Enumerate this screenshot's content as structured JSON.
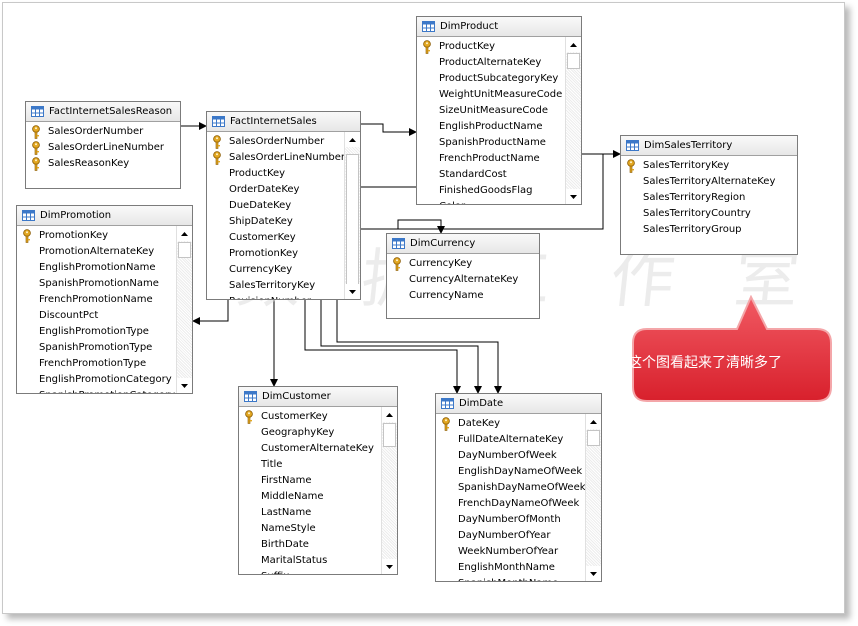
{
  "colors": {
    "table_border": "#7b7b7b",
    "header_top": "#f9f9f9",
    "header_bottom": "#e7e7e7",
    "grid_icon_blue": "#3c78c8",
    "key_icon_gold": "#e2a722",
    "callout_red": "#e8313c",
    "callout_border": "#f4a6a9"
  },
  "watermark": "数 据 工 作 室",
  "callout": {
    "text": "这个图看起来了清晰多了"
  },
  "tables": {
    "fact_internet_sales_reason": {
      "title": "FactInternetSalesReason",
      "columns": [
        {
          "name": "SalesOrderNumber",
          "key": true
        },
        {
          "name": "SalesOrderLineNumber",
          "key": true
        },
        {
          "name": "SalesReasonKey",
          "key": true
        }
      ]
    },
    "fact_internet_sales": {
      "title": "FactInternetSales",
      "columns": [
        {
          "name": "SalesOrderNumber",
          "key": true
        },
        {
          "name": "SalesOrderLineNumber",
          "key": true
        },
        {
          "name": "ProductKey",
          "key": false
        },
        {
          "name": "OrderDateKey",
          "key": false
        },
        {
          "name": "DueDateKey",
          "key": false
        },
        {
          "name": "ShipDateKey",
          "key": false
        },
        {
          "name": "CustomerKey",
          "key": false
        },
        {
          "name": "PromotionKey",
          "key": false
        },
        {
          "name": "CurrencyKey",
          "key": false
        },
        {
          "name": "SalesTerritoryKey",
          "key": false
        },
        {
          "name": "RevisionNumber",
          "key": false
        }
      ]
    },
    "dim_product": {
      "title": "DimProduct",
      "columns": [
        {
          "name": "ProductKey",
          "key": true
        },
        {
          "name": "ProductAlternateKey",
          "key": false
        },
        {
          "name": "ProductSubcategoryKey",
          "key": false
        },
        {
          "name": "WeightUnitMeasureCode",
          "key": false
        },
        {
          "name": "SizeUnitMeasureCode",
          "key": false
        },
        {
          "name": "EnglishProductName",
          "key": false
        },
        {
          "name": "SpanishProductName",
          "key": false
        },
        {
          "name": "FrenchProductName",
          "key": false
        },
        {
          "name": "StandardCost",
          "key": false
        },
        {
          "name": "FinishedGoodsFlag",
          "key": false
        },
        {
          "name": "Color",
          "key": false
        }
      ]
    },
    "dim_sales_territory": {
      "title": "DimSalesTerritory",
      "columns": [
        {
          "name": "SalesTerritoryKey",
          "key": true
        },
        {
          "name": "SalesTerritoryAlternateKey",
          "key": false
        },
        {
          "name": "SalesTerritoryRegion",
          "key": false
        },
        {
          "name": "SalesTerritoryCountry",
          "key": false
        },
        {
          "name": "SalesTerritoryGroup",
          "key": false
        }
      ]
    },
    "dim_promotion": {
      "title": "DimPromotion",
      "columns": [
        {
          "name": "PromotionKey",
          "key": true
        },
        {
          "name": "PromotionAlternateKey",
          "key": false
        },
        {
          "name": "EnglishPromotionName",
          "key": false
        },
        {
          "name": "SpanishPromotionName",
          "key": false
        },
        {
          "name": "FrenchPromotionName",
          "key": false
        },
        {
          "name": "DiscountPct",
          "key": false
        },
        {
          "name": "EnglishPromotionType",
          "key": false
        },
        {
          "name": "SpanishPromotionType",
          "key": false
        },
        {
          "name": "FrenchPromotionType",
          "key": false
        },
        {
          "name": "EnglishPromotionCategory",
          "key": false
        },
        {
          "name": "SpanishPromotionCategory",
          "key": false
        }
      ]
    },
    "dim_currency": {
      "title": "DimCurrency",
      "columns": [
        {
          "name": "CurrencyKey",
          "key": true
        },
        {
          "name": "CurrencyAlternateKey",
          "key": false
        },
        {
          "name": "CurrencyName",
          "key": false
        }
      ]
    },
    "dim_customer": {
      "title": "DimCustomer",
      "columns": [
        {
          "name": "CustomerKey",
          "key": true
        },
        {
          "name": "GeographyKey",
          "key": false
        },
        {
          "name": "CustomerAlternateKey",
          "key": false
        },
        {
          "name": "Title",
          "key": false
        },
        {
          "name": "FirstName",
          "key": false
        },
        {
          "name": "MiddleName",
          "key": false
        },
        {
          "name": "LastName",
          "key": false
        },
        {
          "name": "NameStyle",
          "key": false
        },
        {
          "name": "BirthDate",
          "key": false
        },
        {
          "name": "MaritalStatus",
          "key": false
        },
        {
          "name": "Suffix",
          "key": false
        }
      ]
    },
    "dim_date": {
      "title": "DimDate",
      "columns": [
        {
          "name": "DateKey",
          "key": true
        },
        {
          "name": "FullDateAlternateKey",
          "key": false
        },
        {
          "name": "DayNumberOfWeek",
          "key": false
        },
        {
          "name": "EnglishDayNameOfWeek",
          "key": false
        },
        {
          "name": "SpanishDayNameOfWeek",
          "key": false
        },
        {
          "name": "FrenchDayNameOfWeek",
          "key": false
        },
        {
          "name": "DayNumberOfMonth",
          "key": false
        },
        {
          "name": "DayNumberOfYear",
          "key": false
        },
        {
          "name": "WeekNumberOfYear",
          "key": false
        },
        {
          "name": "EnglishMonthName",
          "key": false
        },
        {
          "name": "SpanishMonthName",
          "key": false
        }
      ]
    }
  }
}
